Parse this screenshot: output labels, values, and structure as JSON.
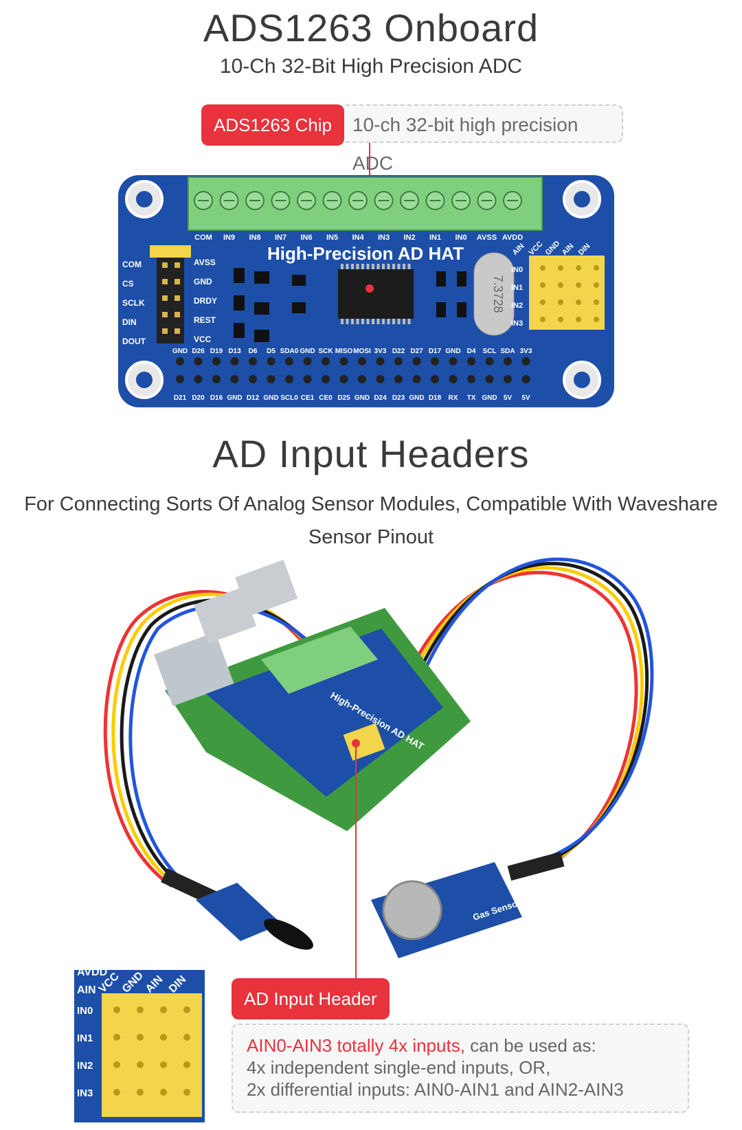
{
  "section1": {
    "title": "ADS1263 Onboard",
    "subtitle": "10-Ch 32-Bit High Precision ADC",
    "callout_tag": "ADS1263 Chip",
    "callout_desc": "10-ch 32-bit high precision ADC"
  },
  "board": {
    "title": "High-Precision AD HAT",
    "chip_marking": "7.3728",
    "terminal_labels": [
      "COM",
      "IN9",
      "IN8",
      "IN7",
      "IN6",
      "IN5",
      "IN4",
      "IN3",
      "IN2",
      "IN1",
      "IN0",
      "AVSS",
      "AVDD"
    ],
    "left_header_left": [
      "COM",
      "CS",
      "SCLK",
      "DIN",
      "DOUT"
    ],
    "left_header_right": [
      "AVSS",
      "GND",
      "DRDY",
      "REST",
      "VCC"
    ],
    "right_header_top": [
      "AIN",
      "VCC",
      "GND",
      "AIN",
      "DIN"
    ],
    "right_header_rows": [
      "IN0",
      "IN1",
      "IN2",
      "IN3"
    ],
    "gpio_top": [
      "GND",
      "D26",
      "D19",
      "D13",
      "D6",
      "D5",
      "SDA0",
      "GND",
      "SCK",
      "MISO",
      "MOSI",
      "3V3",
      "D22",
      "D27",
      "D17",
      "GND",
      "D4",
      "SCL",
      "SDA",
      "3V3"
    ],
    "gpio_bottom": [
      "D21",
      "D20",
      "D16",
      "GND",
      "D12",
      "GND",
      "SCL0",
      "CE1",
      "CE0",
      "D25",
      "GND",
      "D24",
      "D23",
      "GND",
      "D18",
      "RX",
      "TX",
      "GND",
      "5V",
      "5V"
    ]
  },
  "section2": {
    "title": "AD Input Headers",
    "subtitle": "For Connecting Sorts Of Analog Sensor Modules, Compatible With Waveshare Sensor Pinout",
    "callout_tag": "AD Input Header",
    "desc_highlight": "AIN0-AIN3 totally 4x inputs,",
    "desc_rest": " can be used as:",
    "desc_line2": "4x independent single-end inputs, OR,",
    "desc_line3": "2x differential inputs: AIN0-AIN1 and AIN2-AIN3",
    "gas_sensor_label": "Gas Sensor"
  },
  "inset": {
    "top": [
      "AVDD",
      "AIN",
      "VCC",
      "GND",
      "AIN",
      "DIN"
    ],
    "rows": [
      "IN0",
      "IN1",
      "IN2",
      "IN3"
    ]
  },
  "colors": {
    "accent_red": "#e8323c",
    "board_blue": "#1d4fa8",
    "terminal_green": "#7fcf7f",
    "header_yellow": "#f2d54a"
  }
}
